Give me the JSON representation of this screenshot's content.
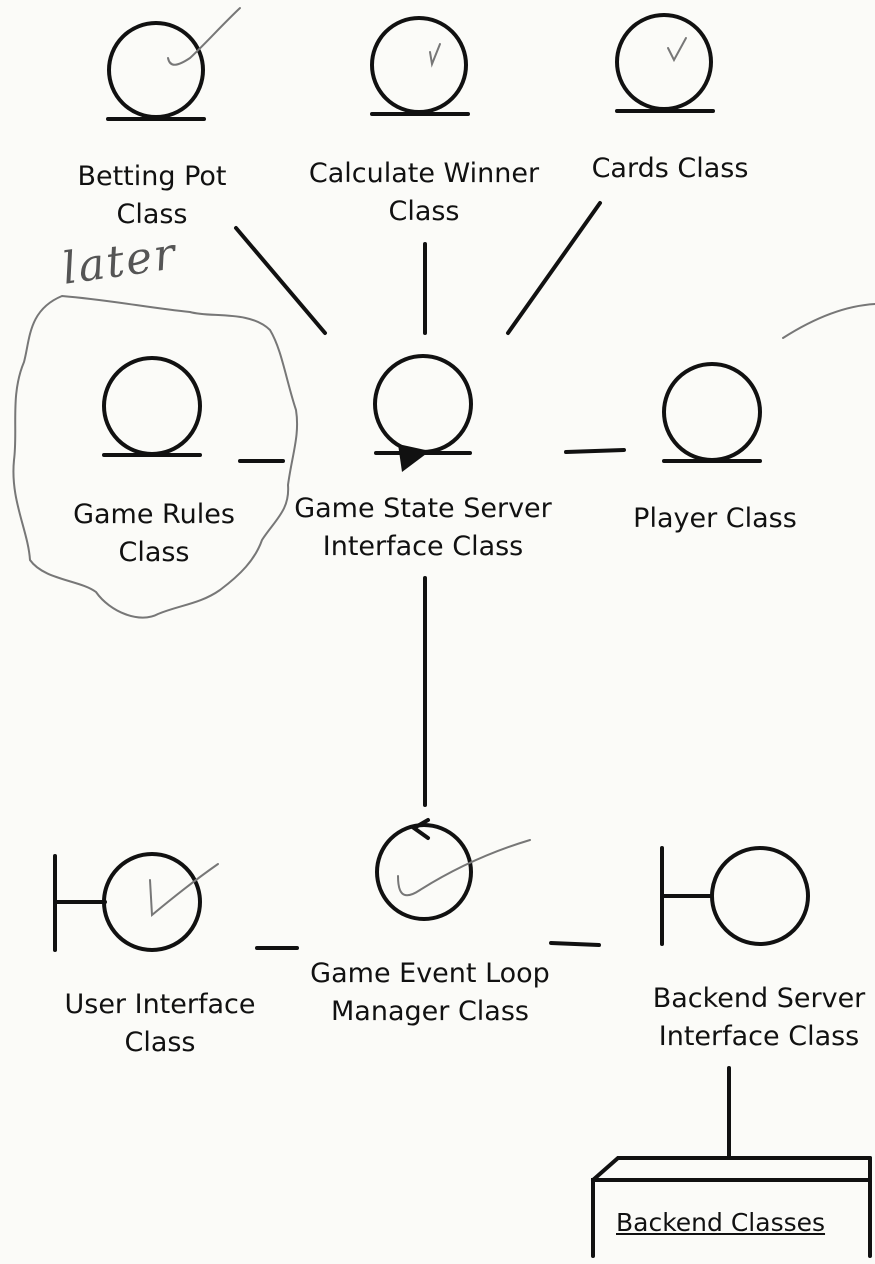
{
  "nodes": {
    "betting_pot": {
      "line1": "Betting Pot",
      "line2": "Class"
    },
    "calculate_winner": {
      "line1": "Calculate Winner",
      "line2": "Class"
    },
    "cards": {
      "line1": "Cards Class"
    },
    "game_rules": {
      "line1": "Game Rules",
      "line2": "Class"
    },
    "game_state_server": {
      "line1": "Game State Server",
      "line2": "Interface Class"
    },
    "player": {
      "line1": "Player Class"
    },
    "user_interface": {
      "line1": "User Interface",
      "line2": "Class"
    },
    "game_event_loop": {
      "line1": "Game Event Loop",
      "line2": "Manager Class"
    },
    "backend_server": {
      "line1": "Backend Server",
      "line2": "Interface Class"
    },
    "backend_classes": {
      "label": "Backend Classes"
    }
  },
  "annotations": {
    "later_note": "later"
  },
  "colors": {
    "ink": "#111111",
    "pencil": "#555555",
    "paper": "#fbfbf8"
  }
}
